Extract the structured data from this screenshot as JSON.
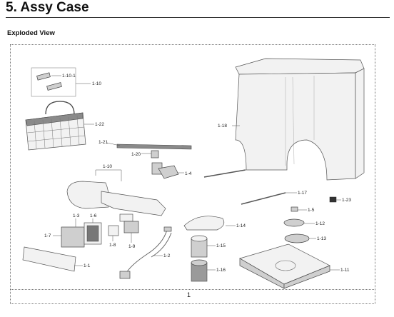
{
  "header": {
    "title": "5. Assy Case",
    "subtitle": "Exploded View"
  },
  "page": {
    "number": "1"
  },
  "parts": {
    "p1_10": "1-10",
    "p1_10_1": "1-10-1",
    "p1_22": "1-22",
    "p1_21": "1-21",
    "p1_20": "1-20",
    "p1_4": "1-4",
    "p1_18": "1-18",
    "p1_17": "1-17",
    "p1_23": "1-23",
    "p1_5": "1-5",
    "p1_12": "1-12",
    "p1_13": "1-13",
    "p1_14": "1-14",
    "p1_15": "1-15",
    "p1_16": "1-16",
    "p1_11": "1-11",
    "p1_3": "1-3",
    "p1_6": "1-6",
    "p1_7": "1-7",
    "p1_8": "1-8",
    "p1_9": "1-9",
    "p1_2": "1-2",
    "p1_1": "1-1"
  }
}
